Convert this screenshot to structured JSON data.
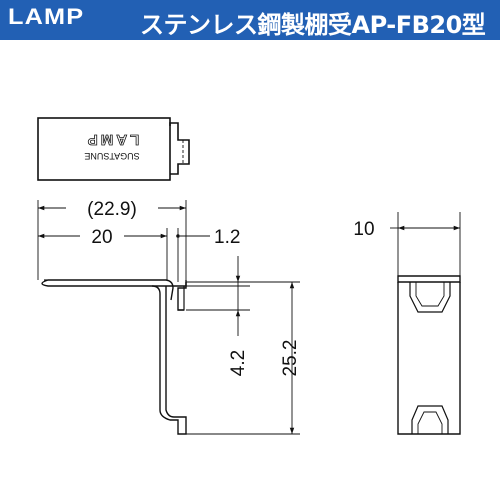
{
  "header": {
    "brand": "LAMP",
    "title": "ステンレス鋼製棚受AP-FB20型"
  },
  "part_marking": {
    "logo": "LAMP",
    "text": "SUGATSUNE"
  },
  "dimensions": {
    "overall_width": "(22.9)",
    "width": "20",
    "thickness": "1.2",
    "step": "4.2",
    "height": "25.2",
    "depth": "10"
  },
  "colors": {
    "header_bg": "#2260b4",
    "header_text": "#ffffff",
    "line": "#111111"
  }
}
